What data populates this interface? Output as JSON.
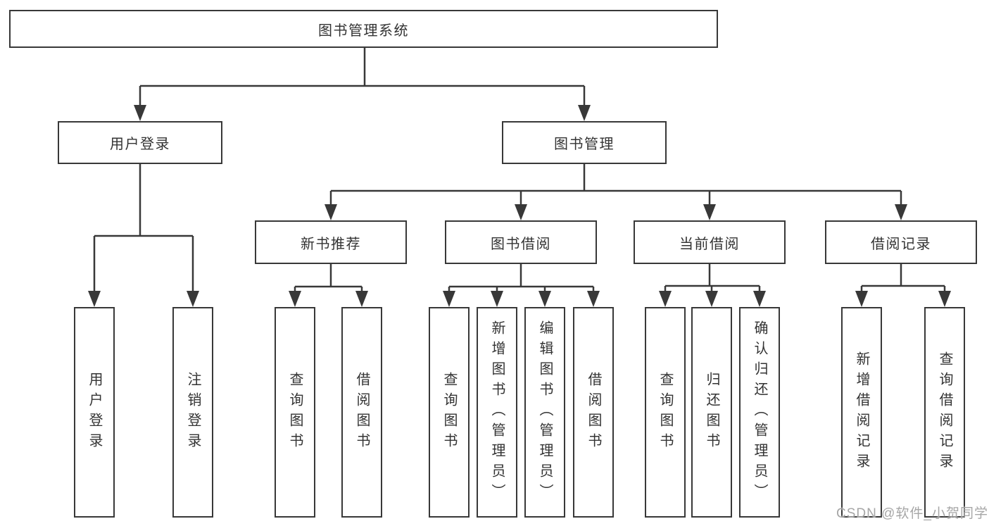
{
  "diagram_title": "图书管理系统",
  "tree": {
    "label": "图书管理系统",
    "children": [
      {
        "label": "用户登录",
        "children": [
          {
            "label": "用户登录"
          },
          {
            "label": "注销登录"
          }
        ]
      },
      {
        "label": "图书管理",
        "children": [
          {
            "label": "新书推荐",
            "children": [
              {
                "label": "查询图书"
              },
              {
                "label": "借阅图书"
              }
            ]
          },
          {
            "label": "图书借阅",
            "children": [
              {
                "label": "查询图书"
              },
              {
                "label": "新增图书（管理员）"
              },
              {
                "label": "编辑图书（管理员）"
              },
              {
                "label": "借阅图书"
              }
            ]
          },
          {
            "label": "当前借阅",
            "children": [
              {
                "label": "查询图书"
              },
              {
                "label": "归还图书"
              },
              {
                "label": "确认归还（管理员）"
              }
            ]
          },
          {
            "label": "借阅记录",
            "children": [
              {
                "label": "新增借阅记录"
              },
              {
                "label": "查询借阅记录"
              }
            ]
          }
        ]
      }
    ]
  },
  "watermark": {
    "text": "CSDN @软件_小贺同学"
  },
  "colors": {
    "line": "#383838",
    "box_border": "#383838",
    "text": "#333333",
    "background": "#ffffff",
    "watermark": "#9e9e9e"
  }
}
